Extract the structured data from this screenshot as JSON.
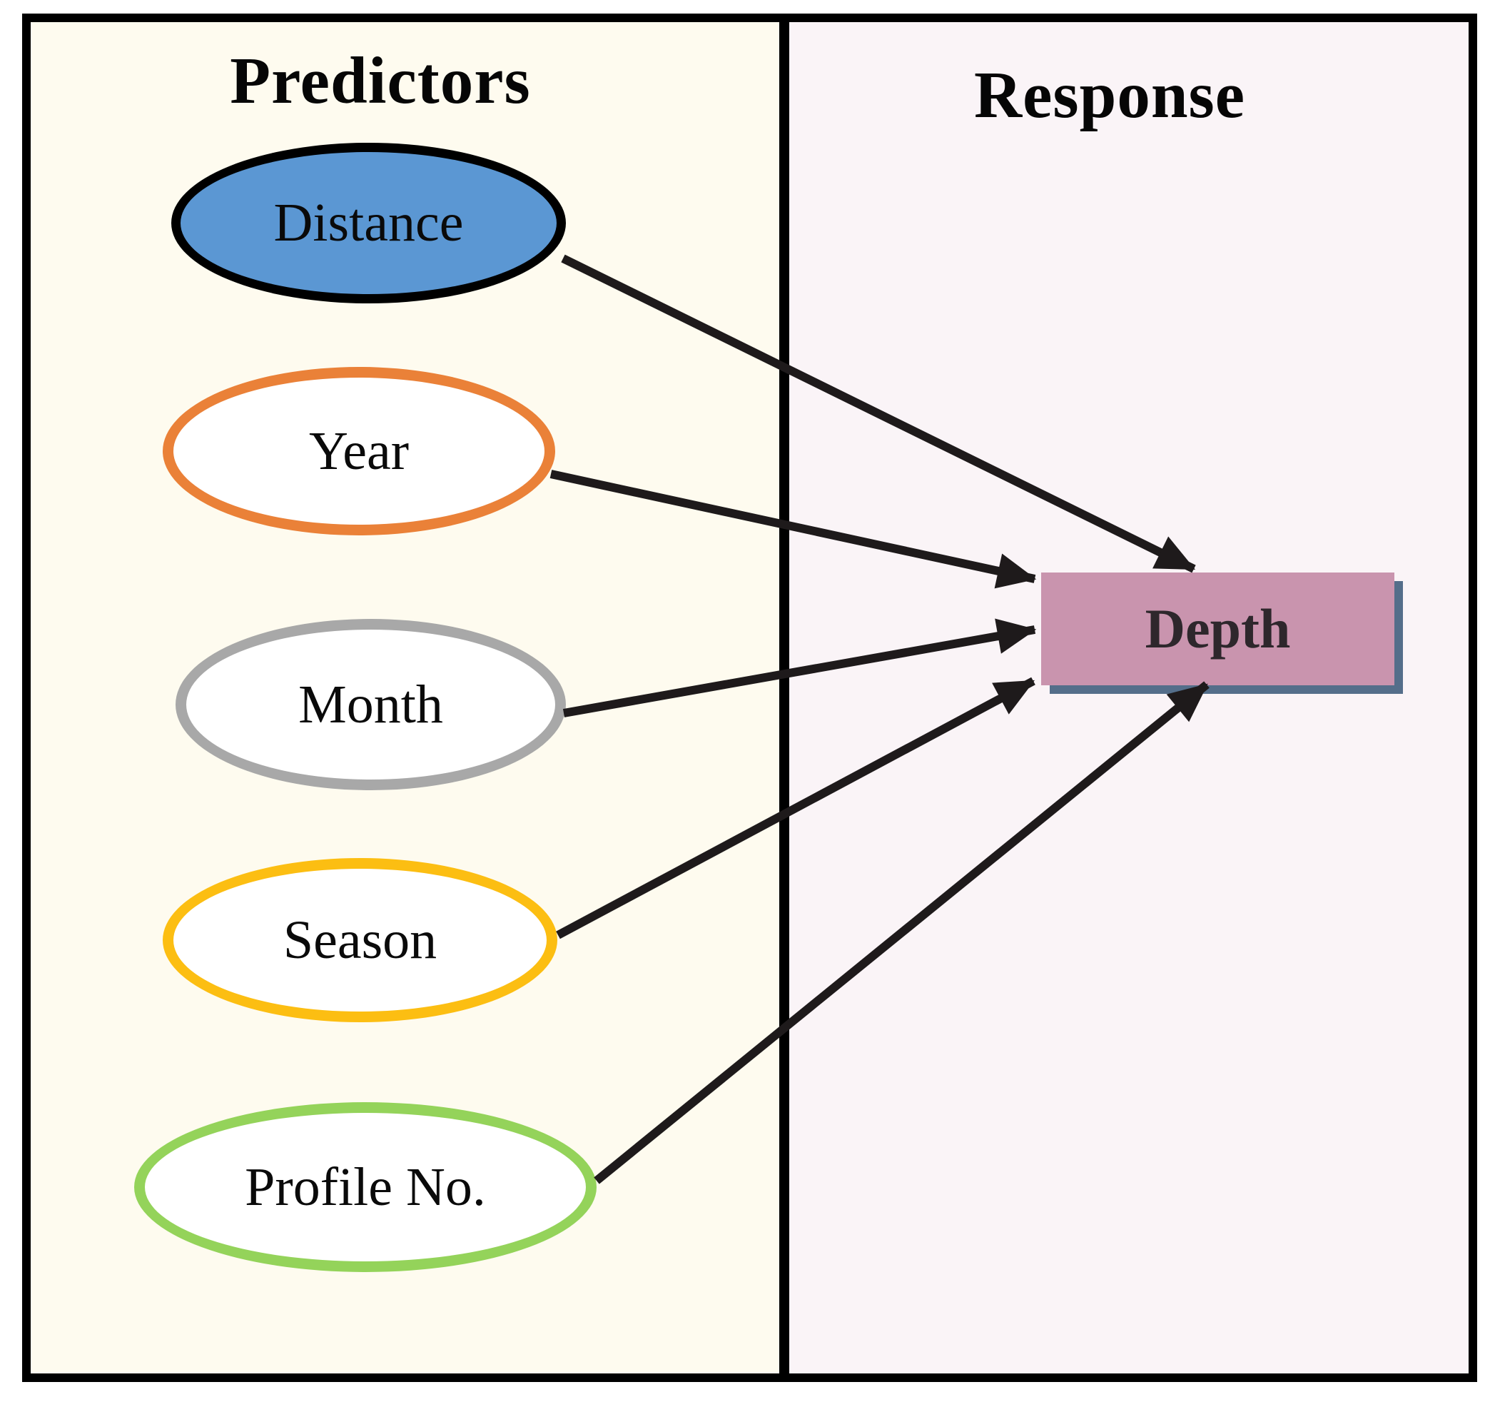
{
  "figure": {
    "type": "path-diagram",
    "description": "Predictor variables connected by arrows to a response variable"
  },
  "panels": {
    "predictors": {
      "title": "Predictors",
      "background": "#FEFBEF",
      "nodes": [
        {
          "id": "distance",
          "label": "Distance",
          "shape": "ellipse",
          "border_color": "#000000",
          "fill_color": "#5B97D3"
        },
        {
          "id": "year",
          "label": "Year",
          "shape": "ellipse",
          "border_color": "#EA8138",
          "fill_color": "#FFFFFF"
        },
        {
          "id": "month",
          "label": "Month",
          "shape": "ellipse",
          "border_color": "#A8A8A8",
          "fill_color": "#FFFFFF"
        },
        {
          "id": "season",
          "label": "Season",
          "shape": "ellipse",
          "border_color": "#FCBE12",
          "fill_color": "#FFFFFF"
        },
        {
          "id": "profile_no",
          "label": "Profile No.",
          "shape": "ellipse",
          "border_color": "#94D35A",
          "fill_color": "#FFFFFF"
        }
      ]
    },
    "response": {
      "title": "Response",
      "background": "#FAF4F7",
      "node": {
        "id": "depth",
        "label": "Depth",
        "shape": "rectangle",
        "fill_color": "#C994AE",
        "shadow_color": "#546E8A"
      }
    }
  },
  "edges": [
    {
      "from": "distance",
      "to": "depth"
    },
    {
      "from": "year",
      "to": "depth"
    },
    {
      "from": "month",
      "to": "depth"
    },
    {
      "from": "season",
      "to": "depth"
    },
    {
      "from": "profile_no",
      "to": "depth"
    }
  ],
  "colors": {
    "arrow": "#1E1A1B",
    "frame_border": "#000000",
    "page_background": "#FFFFFF"
  }
}
